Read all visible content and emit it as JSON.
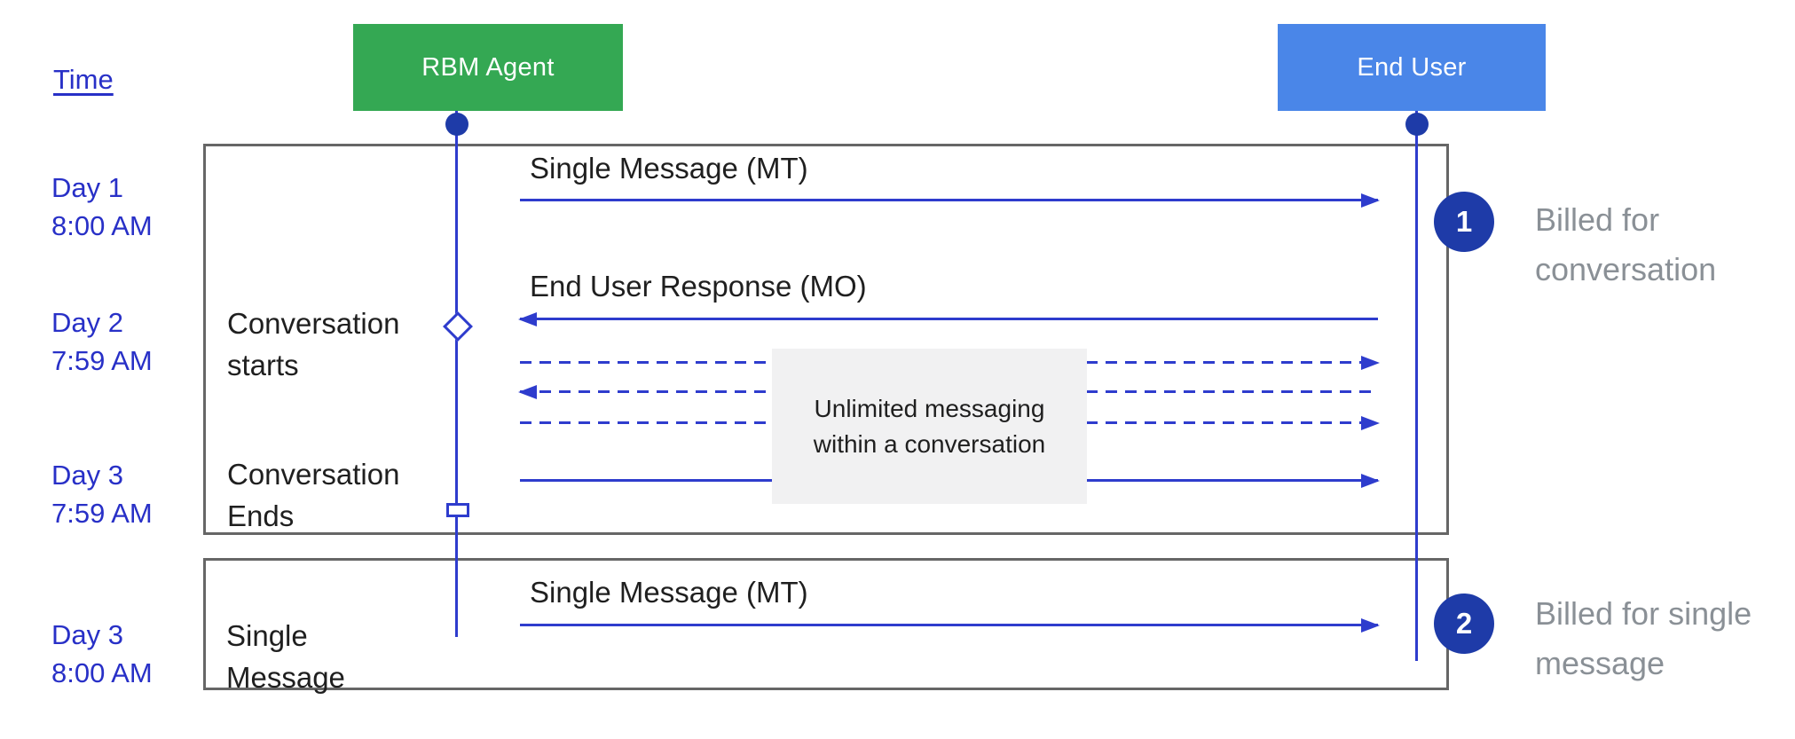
{
  "palette": {
    "agent_green": "#34a853",
    "end_user_blue": "#4a86e8",
    "line_blue": "#2e3ccd",
    "marker_navy": "#1e3ba8",
    "time_label_blue": "#2830c7",
    "frame_gray": "#666666",
    "note_background": "#f1f1f2",
    "annotation_gray": "#8a9096",
    "text_black": "#1f1f1f"
  },
  "time_axis": {
    "label": "Time",
    "timestamps": [
      {
        "line1": "Day 1",
        "line2": "8:00 AM"
      },
      {
        "line1": "Day 2",
        "line2": "7:59 AM"
      },
      {
        "line1": "Day 3",
        "line2": "7:59 AM"
      },
      {
        "line1": "Day 3",
        "line2": "8:00 AM"
      }
    ]
  },
  "actors": {
    "agent": "RBM Agent",
    "end_user": "End User"
  },
  "conversation_box": {
    "messages": {
      "mt": "Single Message (MT)",
      "mo": "End User Response (MO)"
    },
    "milestones": {
      "start": {
        "line1": "Conversation",
        "line2": "starts"
      },
      "end": {
        "line1": "Conversation",
        "line2": "Ends"
      }
    },
    "note": {
      "line1": "Unlimited messaging",
      "line2": "within a conversation"
    }
  },
  "single_message_box": {
    "milestone": {
      "line1": "Single",
      "line2": "Message"
    },
    "message_mt": "Single Message (MT)"
  },
  "annotations": [
    {
      "badge": "1",
      "line1": "Billed for",
      "line2": "conversation"
    },
    {
      "badge": "2",
      "line1": "Billed for single",
      "line2": "message"
    }
  ]
}
